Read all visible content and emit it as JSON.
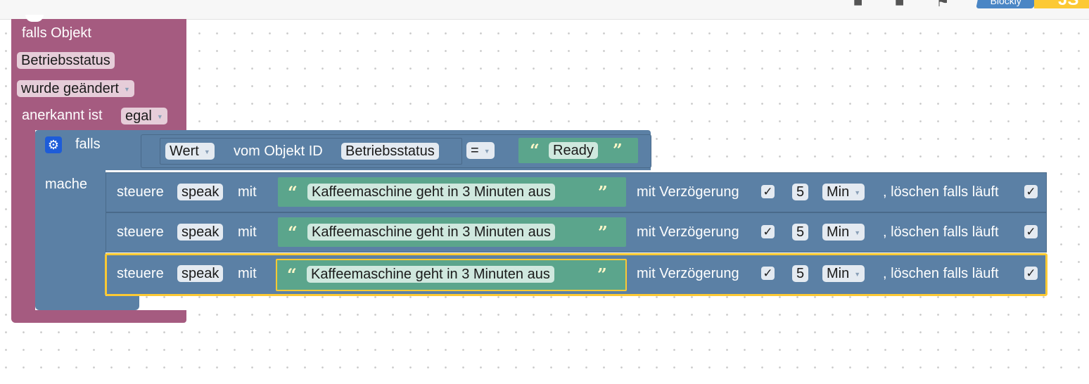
{
  "toolbar": {
    "brand_label": "Blockly",
    "brand_suffix": "JS"
  },
  "trigger_block": {
    "header": "falls Objekt",
    "object": "Betriebsstatus",
    "event": "wurde geändert",
    "ack_label": "anerkannt ist",
    "ack_value": "egal"
  },
  "if_block": {
    "falls_label": "falls",
    "mache_label": "mache",
    "value_mode": "Wert",
    "vom_label": "vom Objekt ID",
    "object_id": "Betriebsstatus",
    "operator": "=",
    "compare_text": "Ready"
  },
  "actions": [
    {
      "steuere": "steuere",
      "target": "speak",
      "mit": "mit",
      "text": "Kaffeemaschine geht in 3 Minuten aus",
      "delay_label": "mit Verzögerung",
      "delay_checked": "✓",
      "delay_value": "5",
      "unit": "Min",
      "clear_label": ", löschen falls läuft",
      "clear_checked": "✓"
    },
    {
      "steuere": "steuere",
      "target": "speak",
      "mit": "mit",
      "text": "Kaffeemaschine geht in 3 Minuten aus",
      "delay_label": "mit Verzögerung",
      "delay_checked": "✓",
      "delay_value": "5",
      "unit": "Min",
      "clear_label": ", löschen falls läuft",
      "clear_checked": "✓"
    },
    {
      "steuere": "steuere",
      "target": "speak",
      "mit": "mit",
      "text": "Kaffeemaschine geht in 3 Minuten aus",
      "delay_label": "mit Verzögerung",
      "delay_checked": "✓",
      "delay_value": "5",
      "unit": "Min",
      "clear_label": ", löschen falls läuft",
      "clear_checked": "✓"
    }
  ],
  "colors": {
    "trigger": "#a55b80",
    "control": "#5b80a5",
    "text": "#5ba58c",
    "selected": "#fcc934",
    "brand": "#fcc934"
  }
}
